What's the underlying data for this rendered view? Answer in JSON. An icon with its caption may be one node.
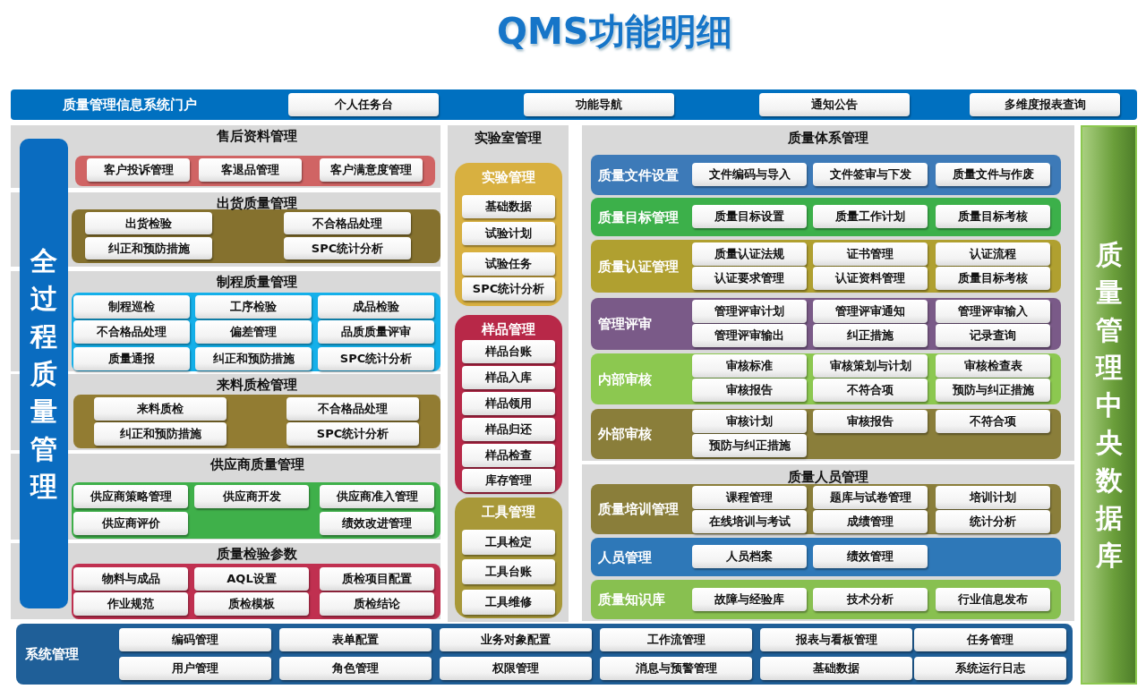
{
  "diagram": {
    "title": "QMS功能明细",
    "nodes": [
      {
        "text": [
          "质量管理信息系统门户"
        ]
      },
      {
        "text": [
          "个人任务台"
        ],
        "in": 0
      },
      {
        "text": [
          "功能导航"
        ],
        "in": 0
      },
      {
        "text": [
          "通知公告"
        ],
        "in": 0
      },
      {
        "text": [
          "多维度报表查询"
        ],
        "in": 0
      },
      {
        "text": [
          "全过程质量管理"
        ]
      },
      {
        "text": [
          "售后资料管理"
        ]
      },
      {
        "text": [
          "客户投诉管理"
        ],
        "in": 6
      },
      {
        "text": [
          "客退品管理"
        ],
        "in": 6
      },
      {
        "text": [
          "客户满意度管理"
        ],
        "in": 6
      },
      {
        "text": [
          "出货质量管理"
        ]
      },
      {
        "text": [
          "出货检验"
        ],
        "in": 10
      },
      {
        "text": [
          "不合格品处理"
        ],
        "in": 10
      },
      {
        "text": [
          "纠正和预防措施"
        ],
        "in": 10
      },
      {
        "text": [
          "SPC统计分析"
        ],
        "in": 10
      },
      {
        "text": [
          "制程质量管理"
        ]
      },
      {
        "text": [
          "制程巡检"
        ],
        "in": 15
      },
      {
        "text": [
          "工序检验"
        ],
        "in": 15
      },
      {
        "text": [
          "成品检验"
        ],
        "in": 15
      },
      {
        "text": [
          "不合格品处理"
        ],
        "in": 15
      },
      {
        "text": [
          "偏差管理"
        ],
        "in": 15
      },
      {
        "text": [
          "品质质量评审"
        ],
        "in": 15
      },
      {
        "text": [
          "质量通报"
        ],
        "in": 15
      },
      {
        "text": [
          "纠正和预防措施"
        ],
        "in": 15
      },
      {
        "text": [
          "SPC统计分析"
        ],
        "in": 15
      },
      {
        "text": [
          "来料质检管理"
        ]
      },
      {
        "text": [
          "来料质检"
        ],
        "in": 25
      },
      {
        "text": [
          "不合格品处理"
        ],
        "in": 25
      },
      {
        "text": [
          "纠正和预防措施"
        ],
        "in": 25
      },
      {
        "text": [
          "SPC统计分析"
        ],
        "in": 25
      },
      {
        "text": [
          "供应商质量管理"
        ]
      },
      {
        "text": [
          "供应商策略管理"
        ],
        "in": 30
      },
      {
        "text": [
          "供应商开发"
        ],
        "in": 30
      },
      {
        "text": [
          "供应商准入管理"
        ],
        "in": 30
      },
      {
        "text": [
          "供应商评价"
        ],
        "in": 30
      },
      {
        "text": [
          "绩效改进管理"
        ],
        "in": 30
      },
      {
        "text": [
          "质量检验参数"
        ]
      },
      {
        "text": [
          "物料与成品"
        ],
        "in": 36
      },
      {
        "text": [
          "AQL设置"
        ],
        "in": 36
      },
      {
        "text": [
          "质检项目配置"
        ],
        "in": 36
      },
      {
        "text": [
          "作业规范"
        ],
        "in": 36
      },
      {
        "text": [
          "质检模板"
        ],
        "in": 36
      },
      {
        "text": [
          "质检结论"
        ],
        "in": 36
      },
      {
        "text": [
          "实验室管理"
        ]
      },
      {
        "text": [
          "实验管理"
        ],
        "in": 43
      },
      {
        "text": [
          "基础数据"
        ],
        "in": 44
      },
      {
        "text": [
          "试验计划"
        ],
        "in": 44
      },
      {
        "text": [
          "试验任务"
        ],
        "in": 44
      },
      {
        "text": [
          "SPC统计分析"
        ],
        "in": 44
      },
      {
        "text": [
          "样品管理"
        ],
        "in": 43
      },
      {
        "text": [
          "样品台账"
        ],
        "in": 49
      },
      {
        "text": [
          "样品入库"
        ],
        "in": 49
      },
      {
        "text": [
          "样品领用"
        ],
        "in": 49
      },
      {
        "text": [
          "样品归还"
        ],
        "in": 49
      },
      {
        "text": [
          "样品检查"
        ],
        "in": 49
      },
      {
        "text": [
          "库存管理"
        ],
        "in": 49
      },
      {
        "text": [
          "工具管理"
        ],
        "in": 43
      },
      {
        "text": [
          "工具检定"
        ],
        "in": 56
      },
      {
        "text": [
          "工具台账"
        ],
        "in": 56
      },
      {
        "text": [
          "工具维修"
        ],
        "in": 56
      },
      {
        "text": [
          "质量体系管理"
        ]
      },
      {
        "text": [
          "质量文件设置"
        ],
        "in": 60
      },
      {
        "text": [
          "文件编码与导入"
        ],
        "in": 61
      },
      {
        "text": [
          "文件签审与下发"
        ],
        "in": 61
      },
      {
        "text": [
          "质量文件与作废"
        ],
        "in": 61
      },
      {
        "text": [
          "质量目标管理"
        ],
        "in": 60
      },
      {
        "text": [
          "质量目标设置"
        ],
        "in": 65
      },
      {
        "text": [
          "质量工作计划"
        ],
        "in": 65
      },
      {
        "text": [
          "质量目标考核"
        ],
        "in": 65
      },
      {
        "text": [
          "质量认证管理"
        ],
        "in": 60
      },
      {
        "text": [
          "质量认证法规"
        ],
        "in": 69
      },
      {
        "text": [
          "证书管理"
        ],
        "in": 69
      },
      {
        "text": [
          "认证流程"
        ],
        "in": 69
      },
      {
        "text": [
          "认证要求管理"
        ],
        "in": 69
      },
      {
        "text": [
          "认证资料管理"
        ],
        "in": 69
      },
      {
        "text": [
          "质量目标考核"
        ],
        "in": 69
      },
      {
        "text": [
          "管理评审"
        ],
        "in": 60
      },
      {
        "text": [
          "管理评审计划"
        ],
        "in": 76
      },
      {
        "text": [
          "管理评审通知"
        ],
        "in": 76
      },
      {
        "text": [
          "管理评审输入"
        ],
        "in": 76
      },
      {
        "text": [
          "管理评审输出"
        ],
        "in": 76
      },
      {
        "text": [
          "纠正措施"
        ],
        "in": 76
      },
      {
        "text": [
          "记录查询"
        ],
        "in": 76
      },
      {
        "text": [
          "内部审核"
        ],
        "in": 60
      },
      {
        "text": [
          "审核标准"
        ],
        "in": 83
      },
      {
        "text": [
          "审核策划与计划"
        ],
        "in": 83
      },
      {
        "text": [
          "审核检查表"
        ],
        "in": 83
      },
      {
        "text": [
          "审核报告"
        ],
        "in": 83
      },
      {
        "text": [
          "不符合项"
        ],
        "in": 83
      },
      {
        "text": [
          "预防与纠正措施"
        ],
        "in": 83
      },
      {
        "text": [
          "外部审核"
        ],
        "in": 60
      },
      {
        "text": [
          "审核计划"
        ],
        "in": 90
      },
      {
        "text": [
          "审核报告"
        ],
        "in": 90
      },
      {
        "text": [
          "不符合项"
        ],
        "in": 90
      },
      {
        "text": [
          "预防与纠正措施"
        ],
        "in": 90
      },
      {
        "text": [
          "质量人员管理"
        ]
      },
      {
        "text": [
          "质量培训管理"
        ],
        "in": 95
      },
      {
        "text": [
          "课程管理"
        ],
        "in": 96
      },
      {
        "text": [
          "题库与试卷管理"
        ],
        "in": 96
      },
      {
        "text": [
          "培训计划"
        ],
        "in": 96
      },
      {
        "text": [
          "在线培训与考试"
        ],
        "in": 96
      },
      {
        "text": [
          "成绩管理"
        ],
        "in": 96
      },
      {
        "text": [
          "统计分析"
        ],
        "in": 96
      },
      {
        "text": [
          "人员管理"
        ],
        "in": 95
      },
      {
        "text": [
          "人员档案"
        ],
        "in": 103
      },
      {
        "text": [
          "绩效管理"
        ],
        "in": 103
      },
      {
        "text": [
          "质量知识库"
        ],
        "in": 95
      },
      {
        "text": [
          "故障与经验库"
        ],
        "in": 106
      },
      {
        "text": [
          "技术分析"
        ],
        "in": 106
      },
      {
        "text": [
          "行业信息发布"
        ],
        "in": 106
      },
      {
        "text": [
          "系统管理"
        ]
      },
      {
        "text": [
          "编码管理"
        ],
        "in": 110
      },
      {
        "text": [
          "表单配置"
        ],
        "in": 110
      },
      {
        "text": [
          "业务对象配置"
        ],
        "in": 110
      },
      {
        "text": [
          "工作流管理"
        ],
        "in": 110
      },
      {
        "text": [
          "报表与看板管理"
        ],
        "in": 110
      },
      {
        "text": [
          "任务管理"
        ],
        "in": 110
      },
      {
        "text": [
          "用户管理"
        ],
        "in": 110
      },
      {
        "text": [
          "角色管理"
        ],
        "in": 110
      },
      {
        "text": [
          "权限管理"
        ],
        "in": 110
      },
      {
        "text": [
          "消息与预警管理"
        ],
        "in": 110
      },
      {
        "text": [
          "基础数据"
        ],
        "in": 110
      },
      {
        "text": [
          "系统运行日志"
        ],
        "in": 110
      },
      {
        "text": [
          "质量管理中央数据库"
        ]
      }
    ]
  }
}
